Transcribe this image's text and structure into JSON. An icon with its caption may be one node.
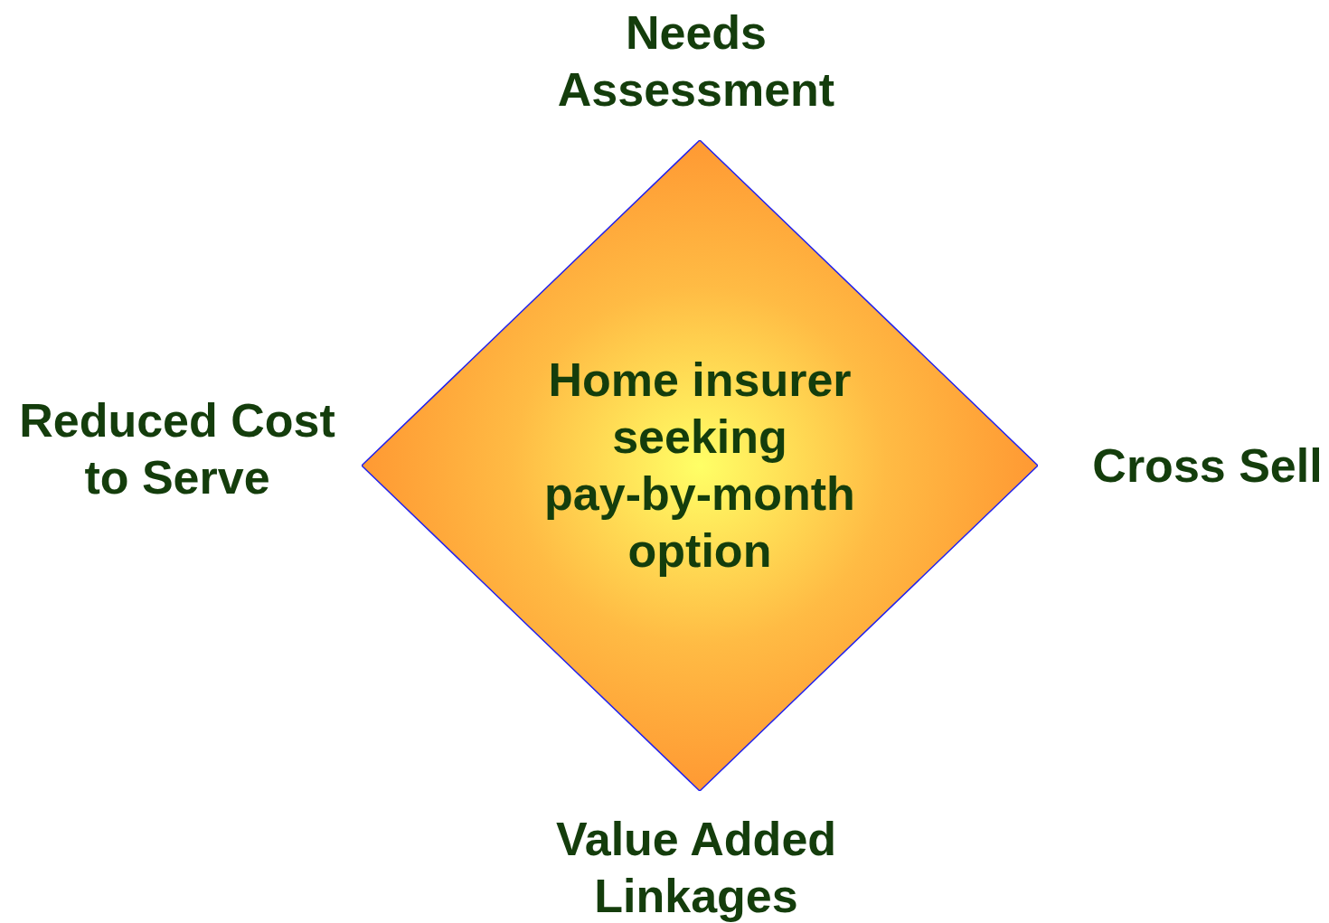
{
  "diagram": {
    "nodes": [
      {
        "text": [
          "Home insurer seeking pay-by-month option"
        ]
      }
    ],
    "edges": [],
    "labels": [
      "Needs Assessment",
      "Reduced Cost to Serve",
      "Cross Sell",
      "Value Added Linkages"
    ]
  }
}
